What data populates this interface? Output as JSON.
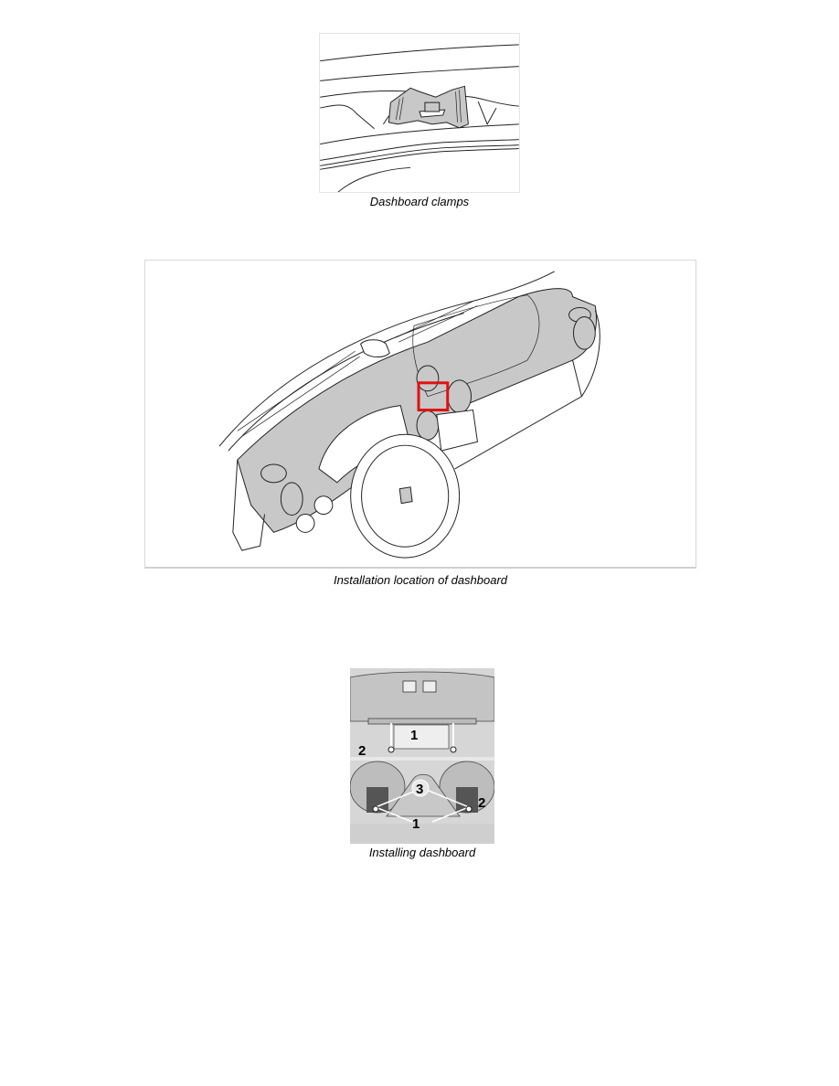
{
  "document": {
    "figures": [
      {
        "id": "dashboard-clamps",
        "caption": "Dashboard clamps",
        "description": "Line drawing of a dashboard clamp (gray) seated in the dashboard trim"
      },
      {
        "id": "installation-location",
        "caption": "Installation location of dashboard",
        "description": "Isometric line drawing of vehicle dashboard shaded gray, with a red rectangle marking the clamp location near center air vents",
        "highlight_color": "#e01010",
        "shade_color": "#c8c8c8"
      },
      {
        "id": "installing-dashboard",
        "caption": "Installing dashboard",
        "callouts": [
          "1",
          "2",
          "3",
          "1",
          "2"
        ]
      }
    ]
  }
}
